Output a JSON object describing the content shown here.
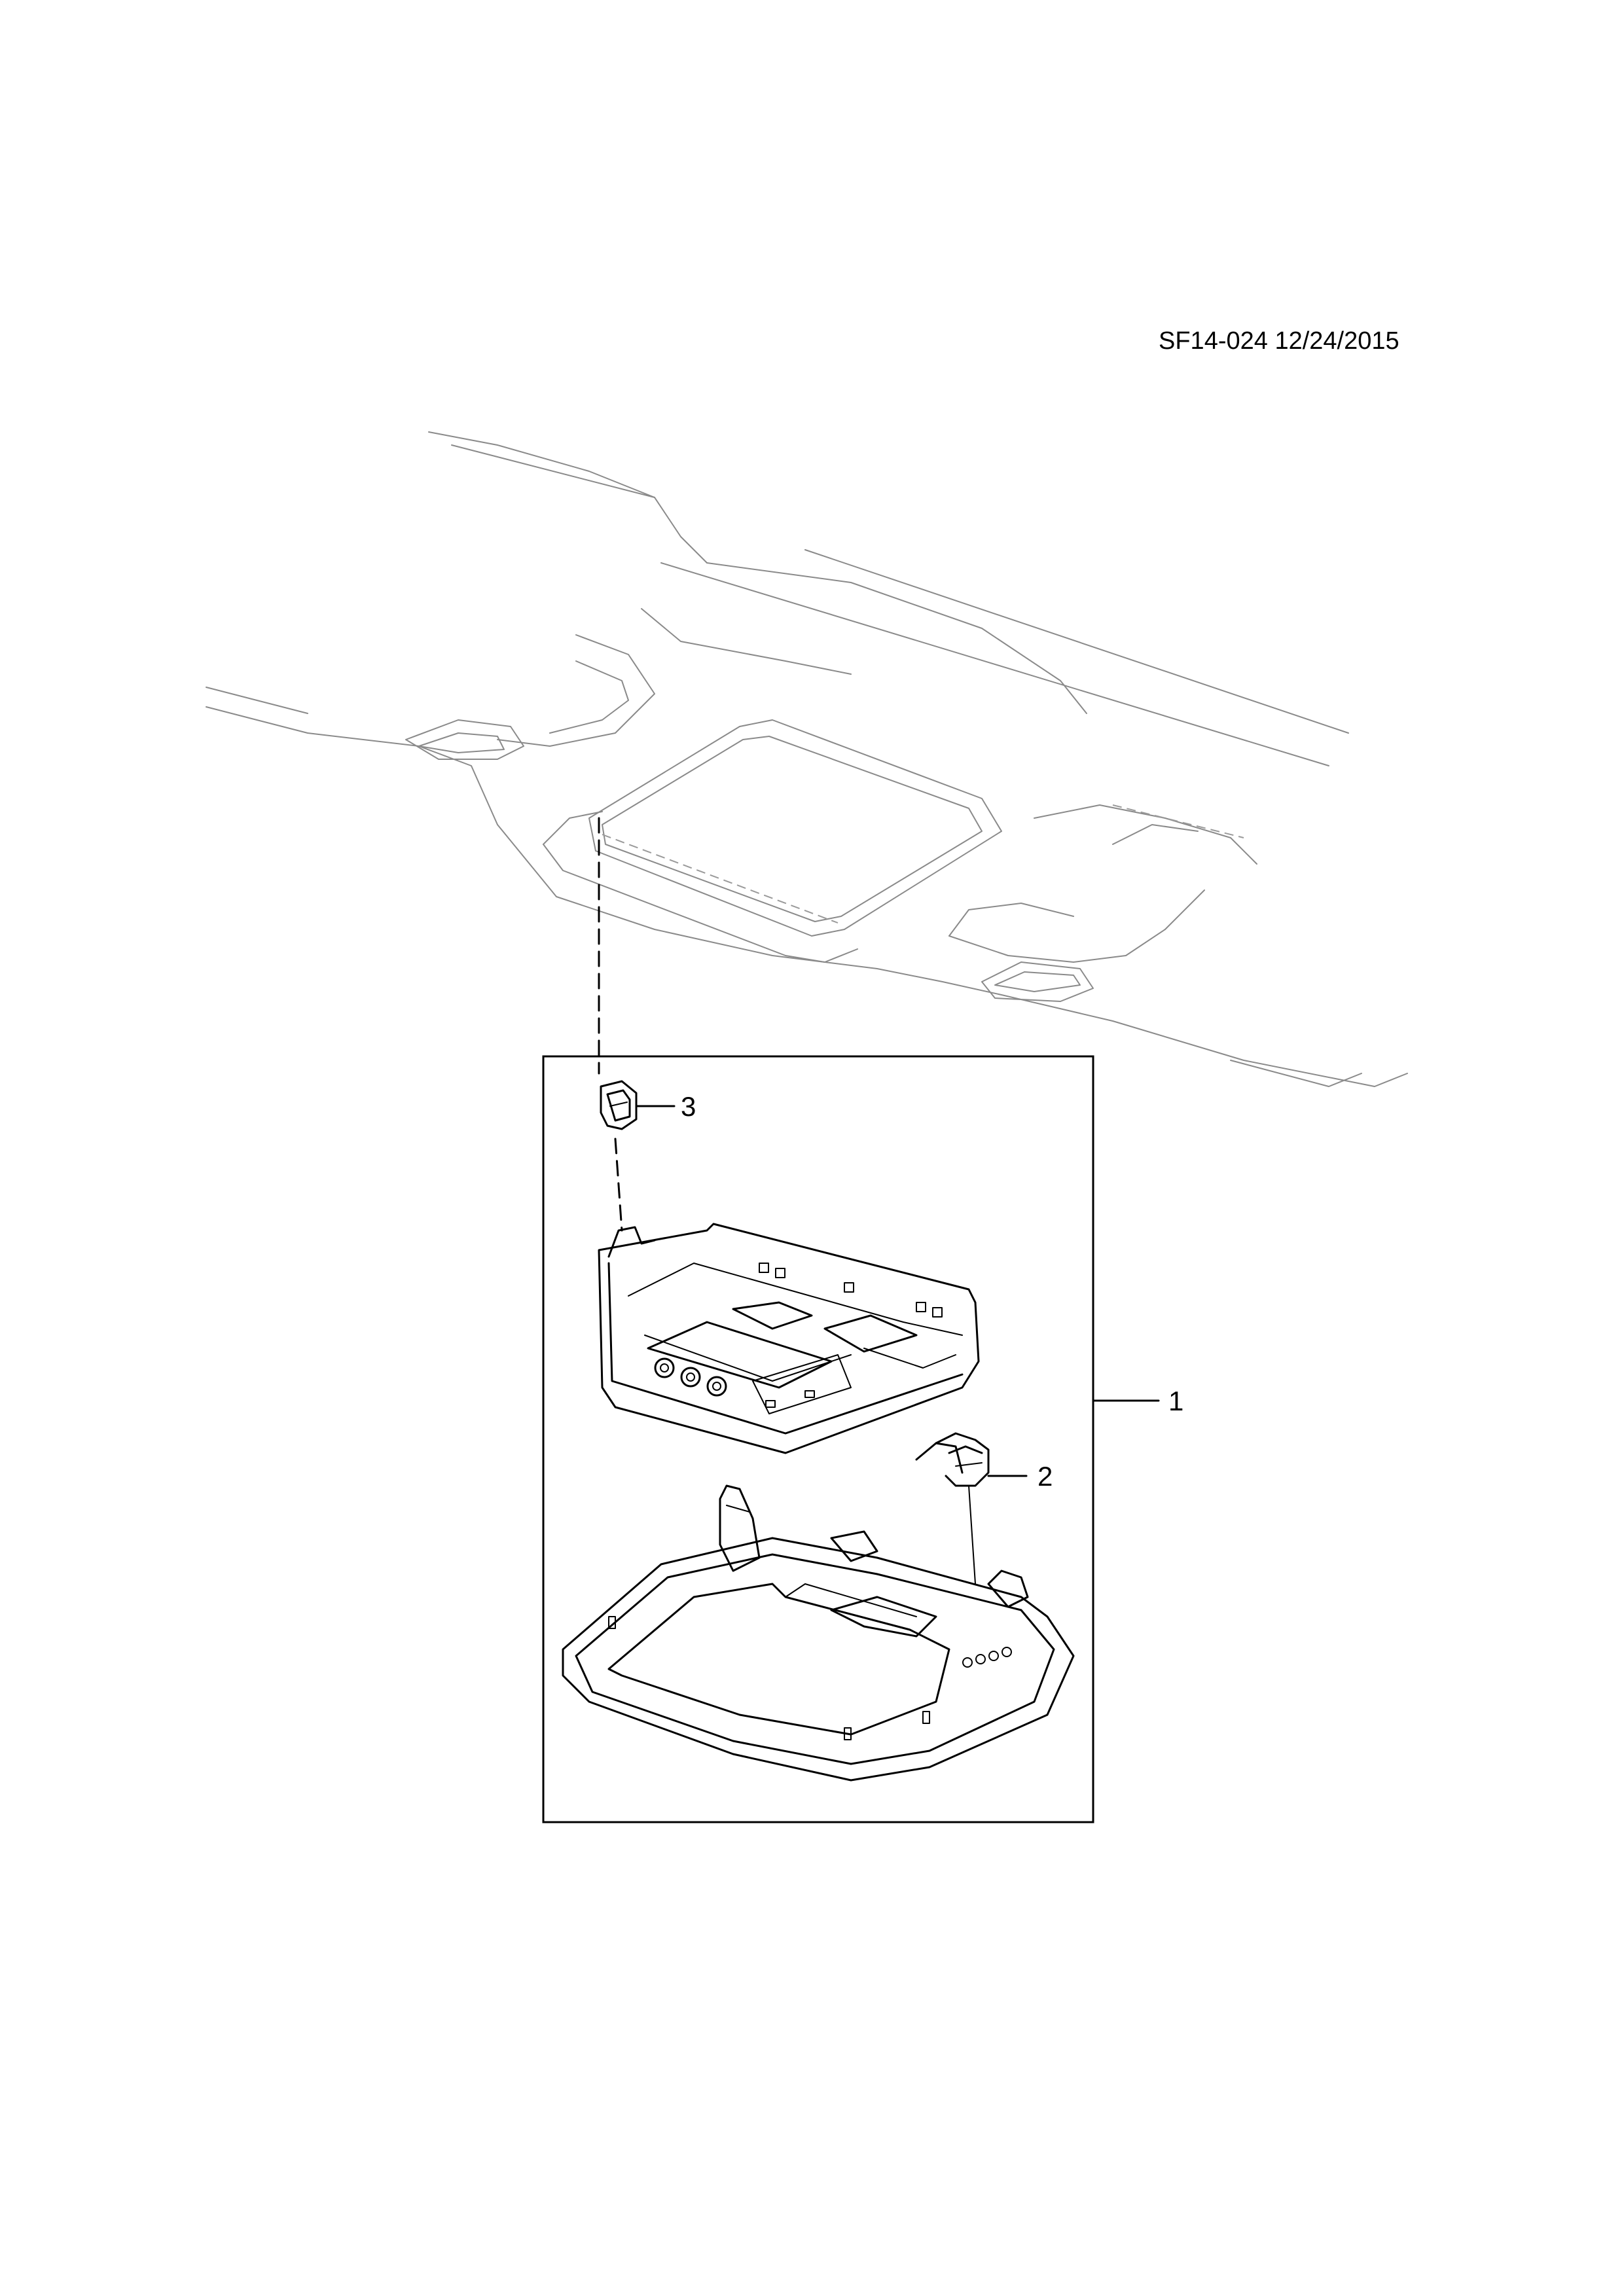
{
  "reference": "SF14-024 12/24/2015",
  "callouts": {
    "main_assembly": "1",
    "connector": "2",
    "clip": "3"
  },
  "colors": {
    "line": "#000000",
    "headliner": "#8a8a8a",
    "background": "#ffffff"
  }
}
